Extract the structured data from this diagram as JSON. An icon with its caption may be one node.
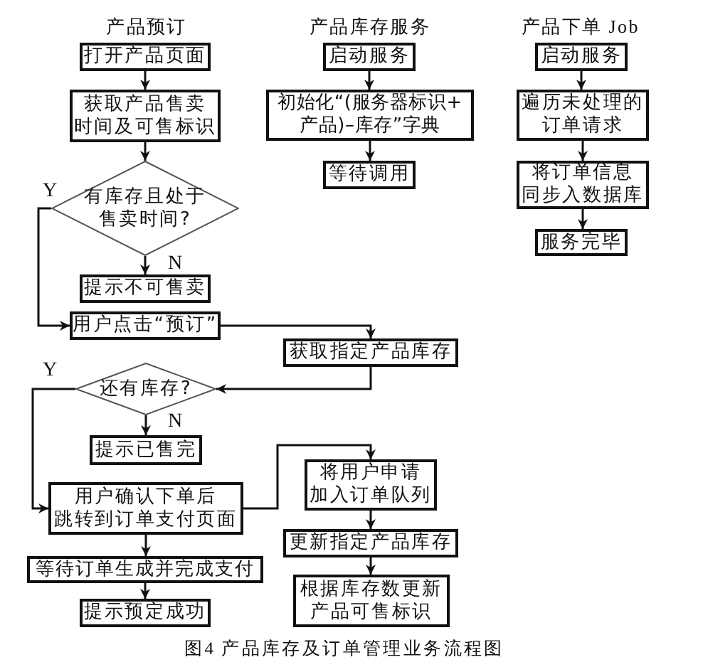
{
  "diagram": {
    "caption": "图4 产品库存及订单管理业务流程图",
    "nodes": [
      {
        "text": [
          "打开产品页面"
        ]
      },
      {
        "text": [
          "获取产品售卖时间及可售标识"
        ]
      },
      {
        "text": [
          "有库存且处于售卖时间?"
        ]
      },
      {
        "text": [
          "提示不可售卖"
        ]
      },
      {
        "text": [
          "用户点击“预订”"
        ]
      },
      {
        "text": [
          "获取指定产品库存"
        ]
      },
      {
        "text": [
          "还有库存?"
        ]
      },
      {
        "text": [
          "提示已售完"
        ]
      },
      {
        "text": [
          "用户确认下单后跳转到订单支付页面"
        ]
      },
      {
        "text": [
          "将用户申请加入订单队列"
        ]
      },
      {
        "text": [
          "更新指定产品库存"
        ]
      },
      {
        "text": [
          "根据库存数更新产品可售标识"
        ]
      },
      {
        "text": [
          "等待订单生成并完成支付"
        ]
      },
      {
        "text": [
          "提示预定成功"
        ]
      },
      {
        "text": [
          "启动服务"
        ]
      },
      {
        "text": [
          "初始化“(服务器标识+产品)–库存”字典"
        ]
      },
      {
        "text": [
          "等待调用"
        ]
      },
      {
        "text": [
          "启动服务"
        ]
      },
      {
        "text": [
          "遍历未处理的订单请求"
        ]
      },
      {
        "text": [
          "将订单信息同步入数据库"
        ]
      },
      {
        "text": [
          "服务完毕"
        ]
      }
    ],
    "edges": [
      {
        "from": 0,
        "to": 1,
        "arrow": "to"
      },
      {
        "from": 1,
        "to": 2,
        "arrow": "to"
      },
      {
        "from": 2,
        "to": 3,
        "arrow": "to",
        "label": "N"
      },
      {
        "from": 2,
        "to": 4,
        "arrow": "to",
        "label": "Y"
      },
      {
        "from": 4,
        "to": 5,
        "arrow": "to"
      },
      {
        "from": 5,
        "to": 6,
        "arrow": "to"
      },
      {
        "from": 6,
        "to": 7,
        "arrow": "to",
        "label": "N"
      },
      {
        "from": 6,
        "to": 8,
        "arrow": "to",
        "label": "Y"
      },
      {
        "from": 8,
        "to": 9,
        "arrow": "to"
      },
      {
        "from": 9,
        "to": 10,
        "arrow": "to"
      },
      {
        "from": 10,
        "to": 11,
        "arrow": "to"
      },
      {
        "from": 8,
        "to": 12,
        "arrow": "to"
      },
      {
        "from": 12,
        "to": 13,
        "arrow": "to"
      },
      {
        "from": 14,
        "to": 15,
        "arrow": "to"
      },
      {
        "from": 15,
        "to": 16,
        "arrow": "to"
      },
      {
        "from": 17,
        "to": 18,
        "arrow": "to"
      },
      {
        "from": 18,
        "to": 19,
        "arrow": "to"
      },
      {
        "from": 19,
        "to": 20,
        "arrow": "to"
      }
    ],
    "labels": [
      "产品预订",
      "产品库存服务",
      "产品下单 Job"
    ]
  }
}
